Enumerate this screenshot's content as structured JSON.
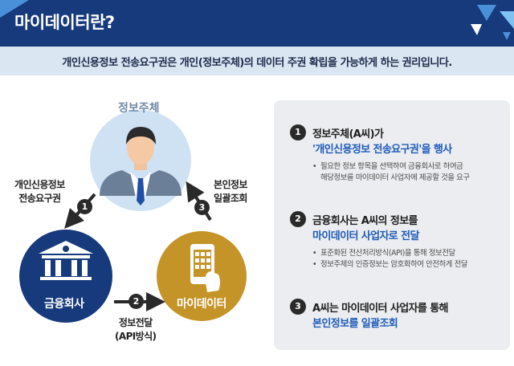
{
  "header": {
    "title": "마이데이터란?",
    "colors": {
      "navy": "#163a7c",
      "light_blue": "#4a90d9",
      "sky": "#7fc1f0"
    }
  },
  "subtitle": "개인신용정보 전송요구권은 개인(정보주체)의 데이터 주권 확립을 가능하게 하는 권리입니다.",
  "diagram": {
    "subject_label": "정보주체",
    "finance_label": "금융회사",
    "mydata_label": "마이데이터",
    "arrow1": {
      "number": "1",
      "label_line1": "개인신용정보",
      "label_line2": "전송요구권"
    },
    "arrow2": {
      "number": "2",
      "label_line1": "정보전달",
      "label_line2": "(API방식)"
    },
    "arrow3": {
      "number": "3",
      "label_line1": "본인정보",
      "label_line2": "일괄조회"
    },
    "icons": [
      "person-icon",
      "bank-icon",
      "smartphone-icon"
    ],
    "colors": {
      "subject_circle": "#cfe2f3",
      "finance_circle": "#163a7c",
      "mydata_circle": "#c49428",
      "arrow": "#2a2a2a"
    }
  },
  "steps": [
    {
      "number": "1",
      "line1": "정보주체(A씨)가",
      "line2": "'개인신용정보 전송요구권'을 행사",
      "bullets": [
        "필요한 정보 항목을 선택하여 금융회사로 하여금",
        "해당정보를 마이데이터 사업자에 제공할 것을 요구"
      ],
      "bullet_style": "single"
    },
    {
      "number": "2",
      "line1": "금융회사는 A씨의 정보를",
      "line2": "마이데이터 사업자로 전달",
      "bullets": [
        "표준화된 전산처리방식(API)을 통해 정보전달",
        "정보주체의 인증정보는 암호화하여 안전하게 전달"
      ],
      "bullet_style": "multi"
    },
    {
      "number": "3",
      "line1": "A씨는 마이데이터 사업자를 통해",
      "line2": "본인정보를 일괄조회",
      "bullets": []
    }
  ]
}
